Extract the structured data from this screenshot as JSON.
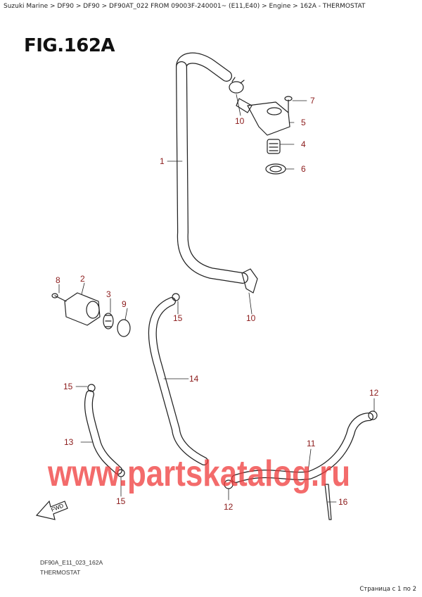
{
  "breadcrumb": "Suzuki Marine > DF90 > DF90 > DF90AT_022 FROM 09003F-240001~ (E11,E40) > Engine > 162A - THERMOSTAT",
  "figure_title": "FIG.162A",
  "callouts": [
    {
      "id": "c1",
      "text": "1"
    },
    {
      "id": "c2",
      "text": "2"
    },
    {
      "id": "c3",
      "text": "3"
    },
    {
      "id": "c4",
      "text": "4"
    },
    {
      "id": "c5",
      "text": "5"
    },
    {
      "id": "c6",
      "text": "6"
    },
    {
      "id": "c7",
      "text": "7"
    },
    {
      "id": "c8",
      "text": "8"
    },
    {
      "id": "c9",
      "text": "9"
    },
    {
      "id": "c10a",
      "text": "10"
    },
    {
      "id": "c10b",
      "text": "10"
    },
    {
      "id": "c11",
      "text": "11"
    },
    {
      "id": "c12a",
      "text": "12"
    },
    {
      "id": "c12b",
      "text": "12"
    },
    {
      "id": "c13",
      "text": "13"
    },
    {
      "id": "c14",
      "text": "14"
    },
    {
      "id": "c15a",
      "text": "15"
    },
    {
      "id": "c15b",
      "text": "15"
    },
    {
      "id": "c15c",
      "text": "15"
    },
    {
      "id": "c16",
      "text": "16"
    }
  ],
  "fwd_label": "FWD",
  "watermark": "www.partskatalog.ru",
  "diagram_code": "DF90A_E11_023_162A",
  "diagram_name": "THERMOSTAT",
  "pager": "Страница с 1 по 2",
  "colors": {
    "callout": "#8b1a1a",
    "watermark": "#f03a3a"
  }
}
